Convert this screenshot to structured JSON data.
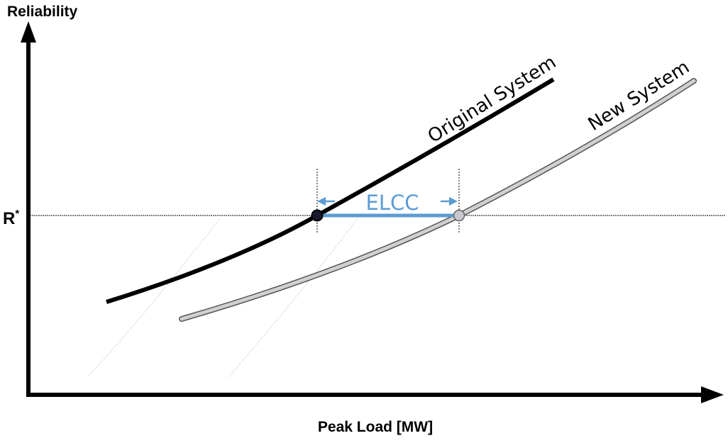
{
  "labels": {
    "y_axis": "Reliability",
    "x_axis": "Peak Load [MW]",
    "reference_level": "R",
    "reference_level_superscript": "*",
    "original_curve": "Original System",
    "new_curve": "New System",
    "elcc": "ELCC"
  },
  "colors": {
    "axis": "#000000",
    "original_curve": "#000000",
    "new_curve_fill": "#d0d0d0",
    "new_curve_outline": "#555555",
    "elcc": "#5b9bd5",
    "guide_lines": "#000000",
    "original_point": "#1a1a2e",
    "new_point": "#c8c8d0"
  },
  "icons": {
    "y_axis_arrowhead": "arrow-up-icon",
    "x_axis_arrowhead": "arrow-right-icon",
    "elcc_left_arrow": "arrow-left-icon",
    "elcc_right_arrow": "arrow-right-icon"
  }
}
